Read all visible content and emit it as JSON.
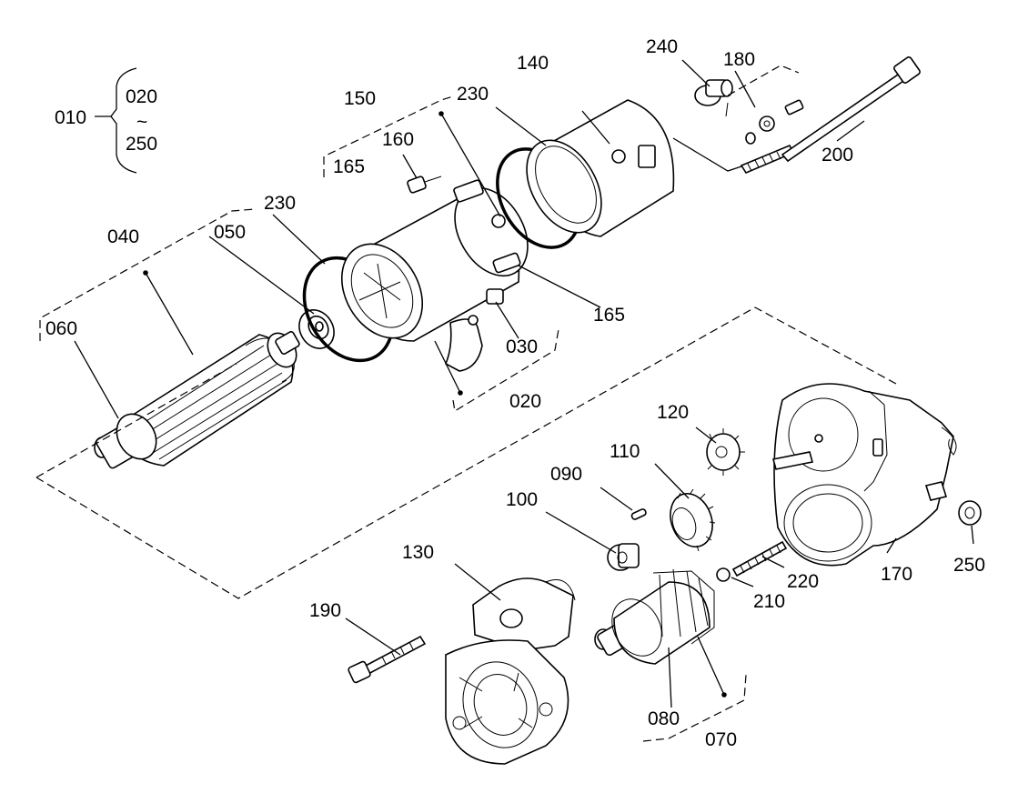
{
  "labels": {
    "p010": "010",
    "p020_top": "020",
    "p250_top": "250",
    "tilde": "~",
    "p140": "140",
    "p240": "240",
    "p180": "180",
    "p150": "150",
    "p230_a": "230",
    "p160": "160",
    "p165_a": "165",
    "p200": "200",
    "p040": "040",
    "p050": "050",
    "p230_b": "230",
    "p060": "060",
    "p165_b": "165",
    "p030": "030",
    "p020": "020",
    "p120": "120",
    "p110": "110",
    "p090": "090",
    "p100": "100",
    "p130": "130",
    "p220": "220",
    "p170": "170",
    "p250": "250",
    "p210": "210",
    "p190": "190",
    "p080": "080",
    "p070": "070"
  }
}
